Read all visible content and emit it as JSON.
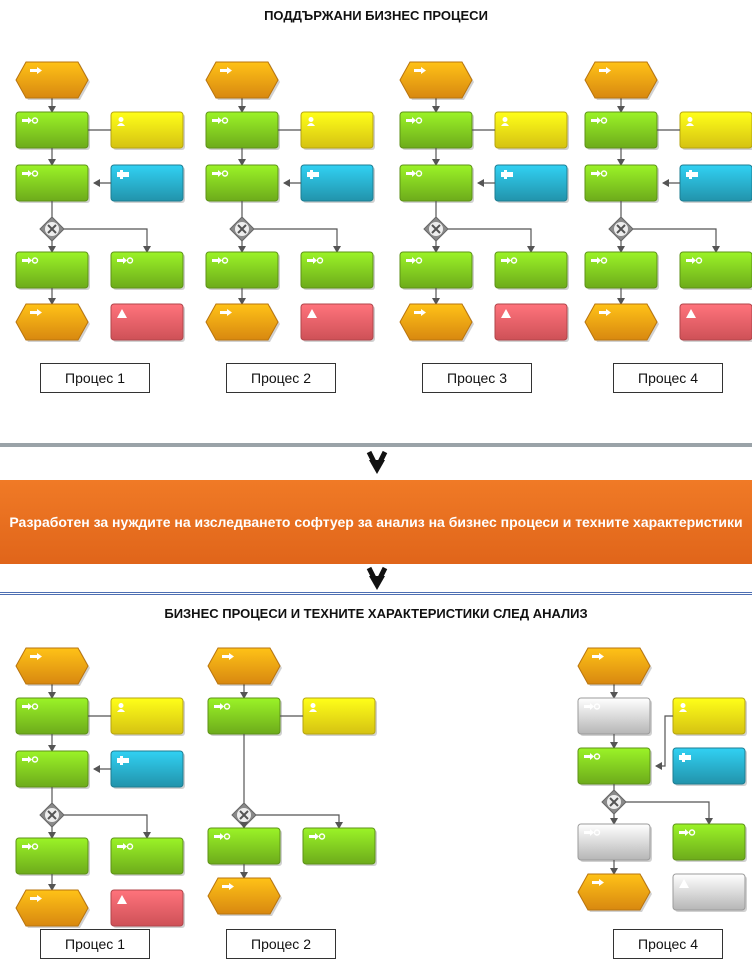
{
  "top_title": "ПОДДЪРЖАНИ БИЗНЕС ПРОЦЕСИ",
  "banner_text": "Разработен за нуждите на изследването софтуер за анализ на бизнес процеси и техните характеристики",
  "bottom_title": "БИЗНЕС ПРОЦЕСИ И ТЕХНИТЕ ХАРАКТЕРИСТИКИ СЛЕД АНАЛИЗ",
  "process_labels_top": [
    "Процес 1",
    "Процес 2",
    "Процес 3",
    "Процес 4"
  ],
  "process_labels_bottom": [
    "Процес 1",
    "Процес 2",
    "Процес 4"
  ],
  "colors": {
    "event": "#f59b12",
    "function": "#7cc21f",
    "role": "#f2dc14",
    "system": "#27a7c2",
    "risk": "#ea5c63",
    "inactive": "#cfcfcf",
    "banner": "#ea6f1e"
  },
  "icons": [
    "event-icon",
    "function-icon",
    "role-icon",
    "system-icon",
    "risk-icon",
    "xor-gateway-icon"
  ]
}
